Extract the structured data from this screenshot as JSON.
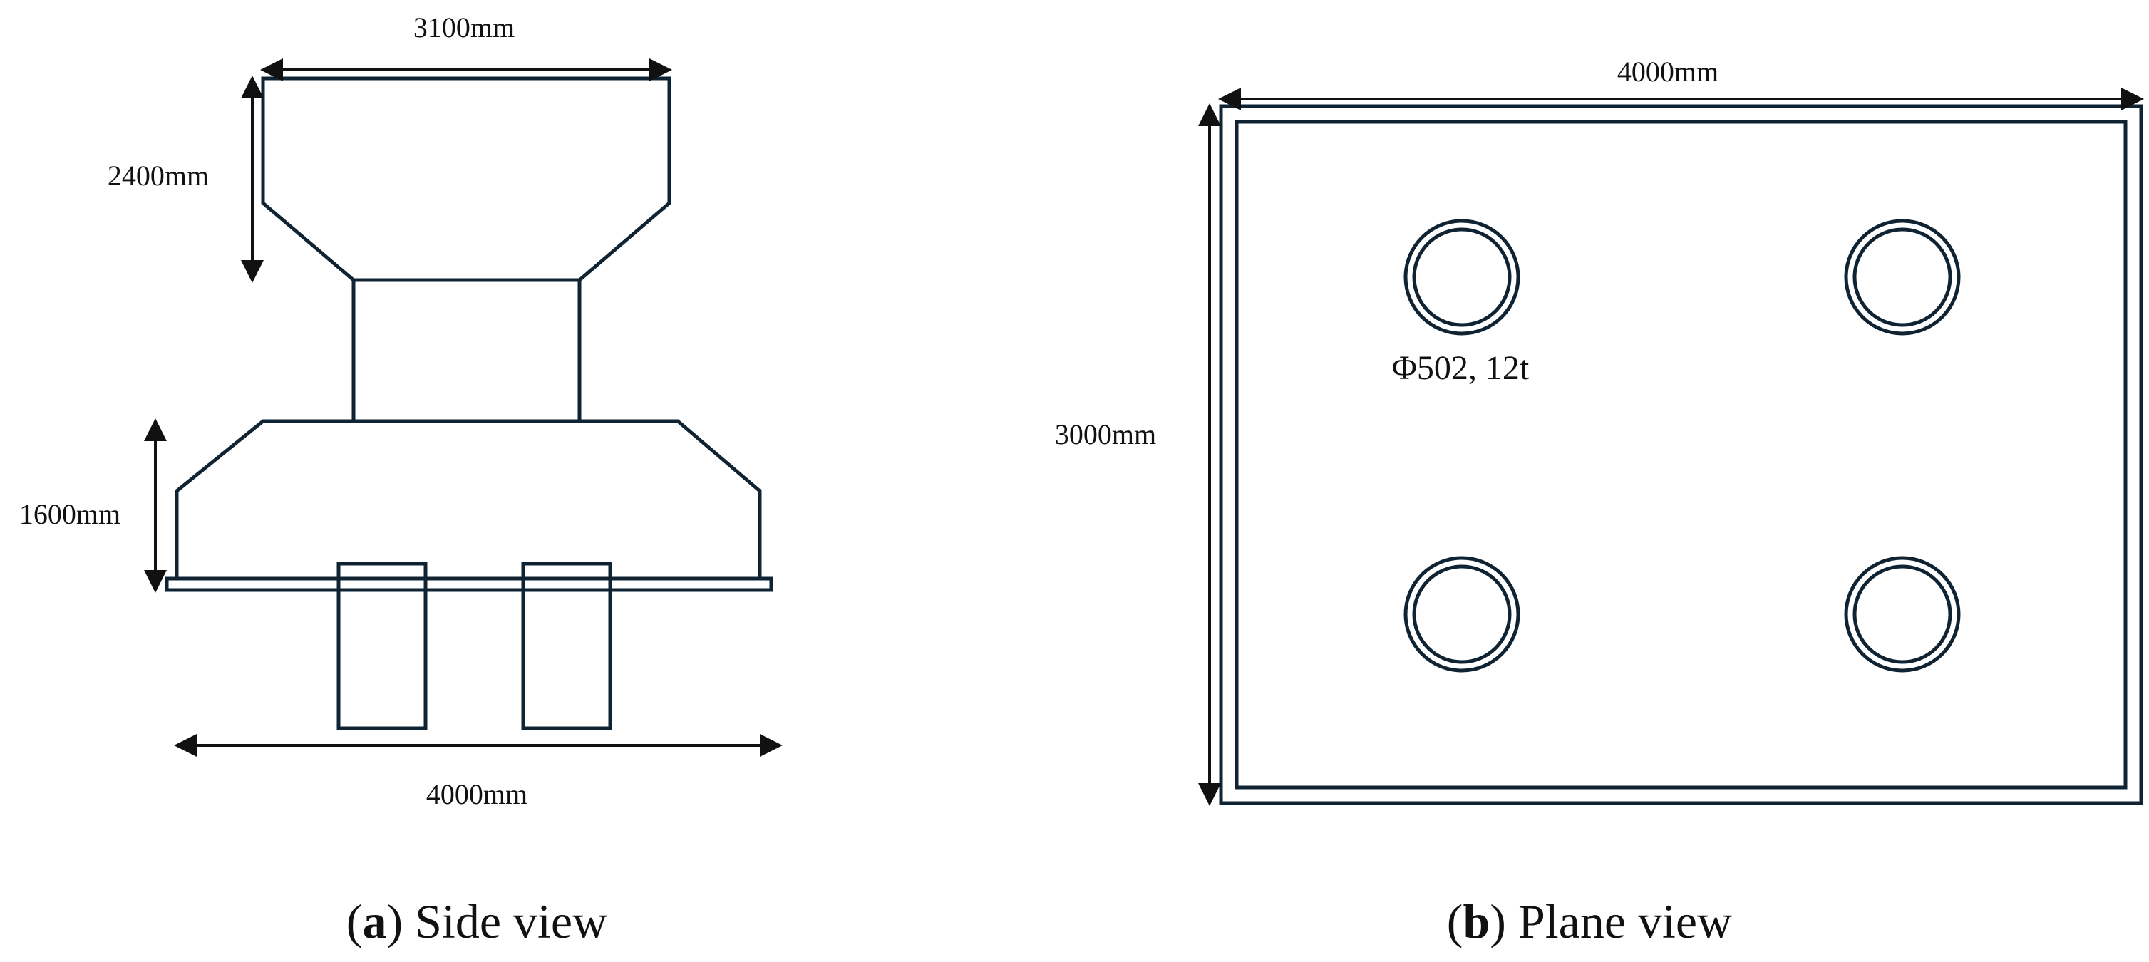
{
  "side_view": {
    "dims": {
      "top_width": "3100mm",
      "upper_height": "2400mm",
      "lower_height": "1600mm",
      "base_width": "4000mm"
    },
    "caption": {
      "letter": "a",
      "text": "Side view"
    }
  },
  "plane_view": {
    "dims": {
      "width": "4000mm",
      "height": "3000mm"
    },
    "pile_label": "Φ502, 12t",
    "caption": {
      "letter": "b",
      "text": "Plane view"
    }
  },
  "colors": {
    "line": "#0f2333",
    "text": "#111111"
  }
}
